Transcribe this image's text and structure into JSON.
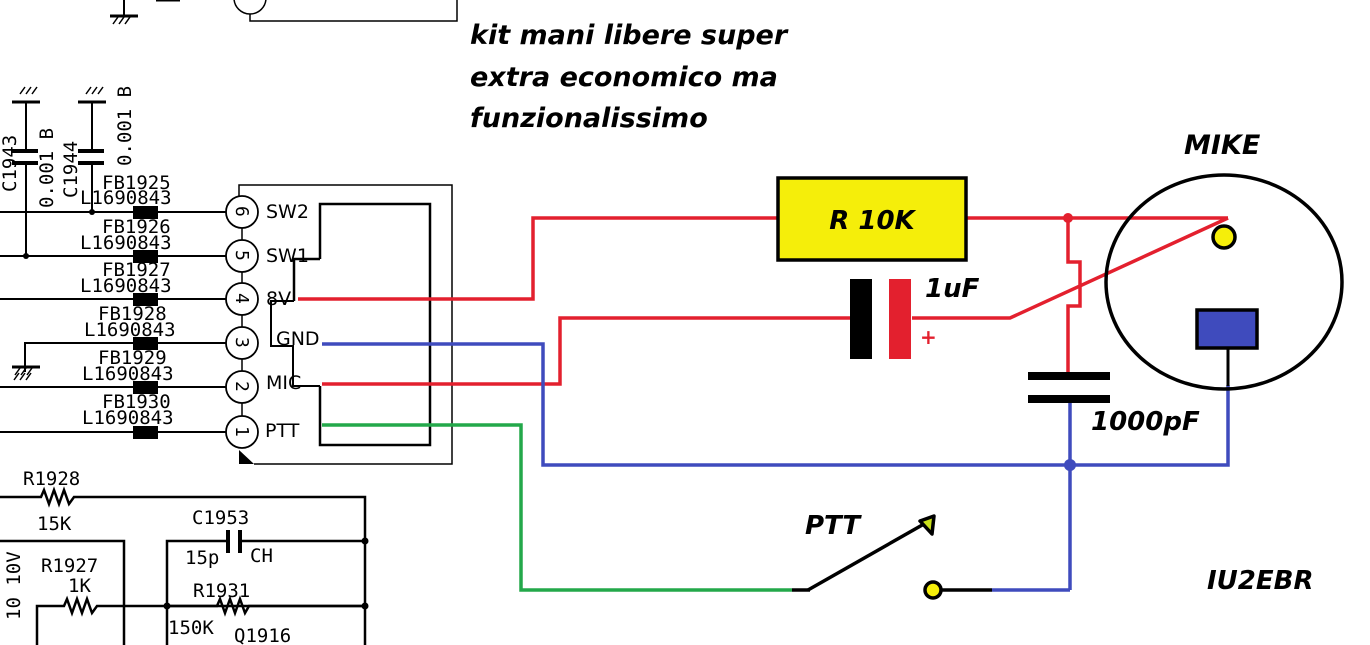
{
  "title": {
    "lines": [
      "kit mani libere super",
      "extra economico ma",
      "funzionalissimo"
    ]
  },
  "colors": {
    "mic_wire": "#e3202e",
    "gnd_wire": "#3f4bbd",
    "ptt_wire": "#23a84a",
    "resistor_fill": "#f5ee0a",
    "contact_fill": "#f5ee0a",
    "mike_pad": "#3f4bbd",
    "ink": "#000000"
  },
  "components": {
    "resistor": "R 10K",
    "capacitor_electrolytic": "1uF",
    "capacitor_polarity": "+",
    "capacitor_ceramic": "1000pF",
    "microphone": "MIKE",
    "switch": "PTT",
    "author": "IU2EBR"
  },
  "connector": {
    "pins": [
      {
        "num": "6",
        "name": "SW2",
        "fb": "FB1925",
        "part": "L1690843"
      },
      {
        "num": "5",
        "name": "SW1",
        "fb": "FB1926",
        "part": "L1690843"
      },
      {
        "num": "4",
        "name": "8V",
        "fb": "FB1927",
        "part": "L1690843"
      },
      {
        "num": "3",
        "name": "GND",
        "fb": "FB1928",
        "part": "L1690843"
      },
      {
        "num": "2",
        "name": "MIC",
        "fb": "FB1929",
        "part": "L1690843"
      },
      {
        "num": "1",
        "name": "PTT",
        "fb": "FB1930",
        "part": "L1690843"
      }
    ]
  },
  "radio_schematic": {
    "caps_top": [
      {
        "ref": "C1943",
        "value": "0.001 B"
      },
      {
        "ref": "C1944",
        "value": "0.001 B"
      }
    ],
    "r1928": {
      "ref": "R1928",
      "value": "15K"
    },
    "r1927": {
      "ref": "R1927",
      "value": "1K"
    },
    "c1953": {
      "ref": "C1953",
      "value": "15p",
      "type": "CH"
    },
    "r1931": {
      "ref": "R1931",
      "value": "150K"
    },
    "q1916": {
      "ref": "Q1916"
    },
    "side_label": "10 10V"
  }
}
